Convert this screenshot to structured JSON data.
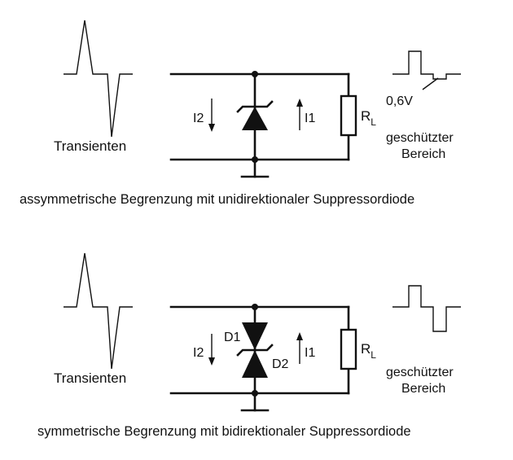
{
  "top": {
    "transient_label": "Transienten",
    "current2": "I2",
    "current1": "I1",
    "resistor_main": "R",
    "resistor_sub": "L",
    "voltage_label": "0,6V",
    "protected_line1": "geschützter",
    "protected_line2": "Bereich",
    "caption": "assymmetrische Begrenzung mit unidirektionaler Suppressordiode"
  },
  "bottom": {
    "transient_label": "Transienten",
    "current2": "I2",
    "current1": "I1",
    "diode1": "D1",
    "diode2": "D2",
    "resistor_main": "R",
    "resistor_sub": "L",
    "protected_line1": "geschützter",
    "protected_line2": "Bereich",
    "caption": "symmetrische Begrenzung mit bidirektionaler Suppressordiode"
  }
}
